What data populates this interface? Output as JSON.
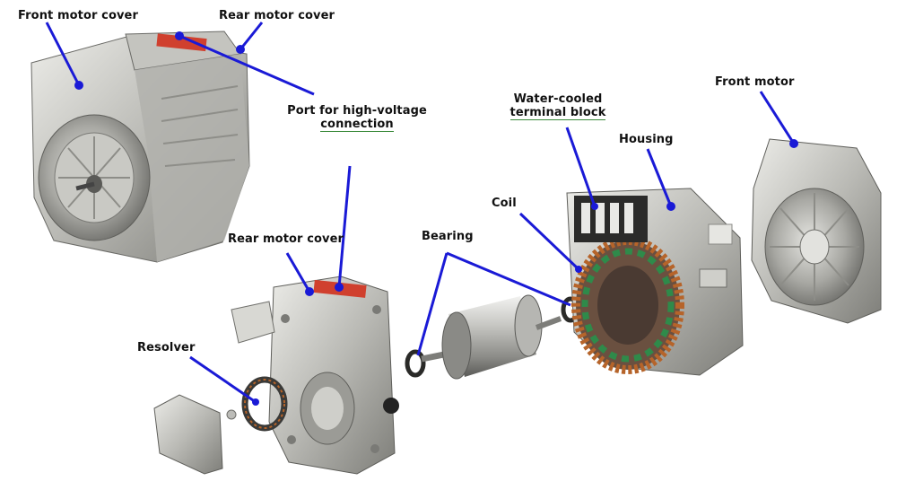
{
  "labels": {
    "front_motor_cover": "Front motor cover",
    "rear_motor_cover_top": "Rear motor cover",
    "port_line1": "Port for high-voltage",
    "port_line2": "connection",
    "water_line1": "Water-cooled",
    "water_line2": "terminal block",
    "front_motor": "Front motor",
    "housing": "Housing",
    "coil": "Coil",
    "bearing": "Bearing",
    "rear_motor_cover_mid": "Rear motor cover",
    "resolver": "Resolver"
  },
  "colors": {
    "leader_line": "#1a1ad6",
    "metal_light": "#d6d6d2",
    "metal_mid": "#a9a9a4",
    "metal_dark": "#6e6e6a",
    "port_red": "#d0402e",
    "coil_copper": "#b6642a",
    "coil_green": "#2f8a4a"
  }
}
